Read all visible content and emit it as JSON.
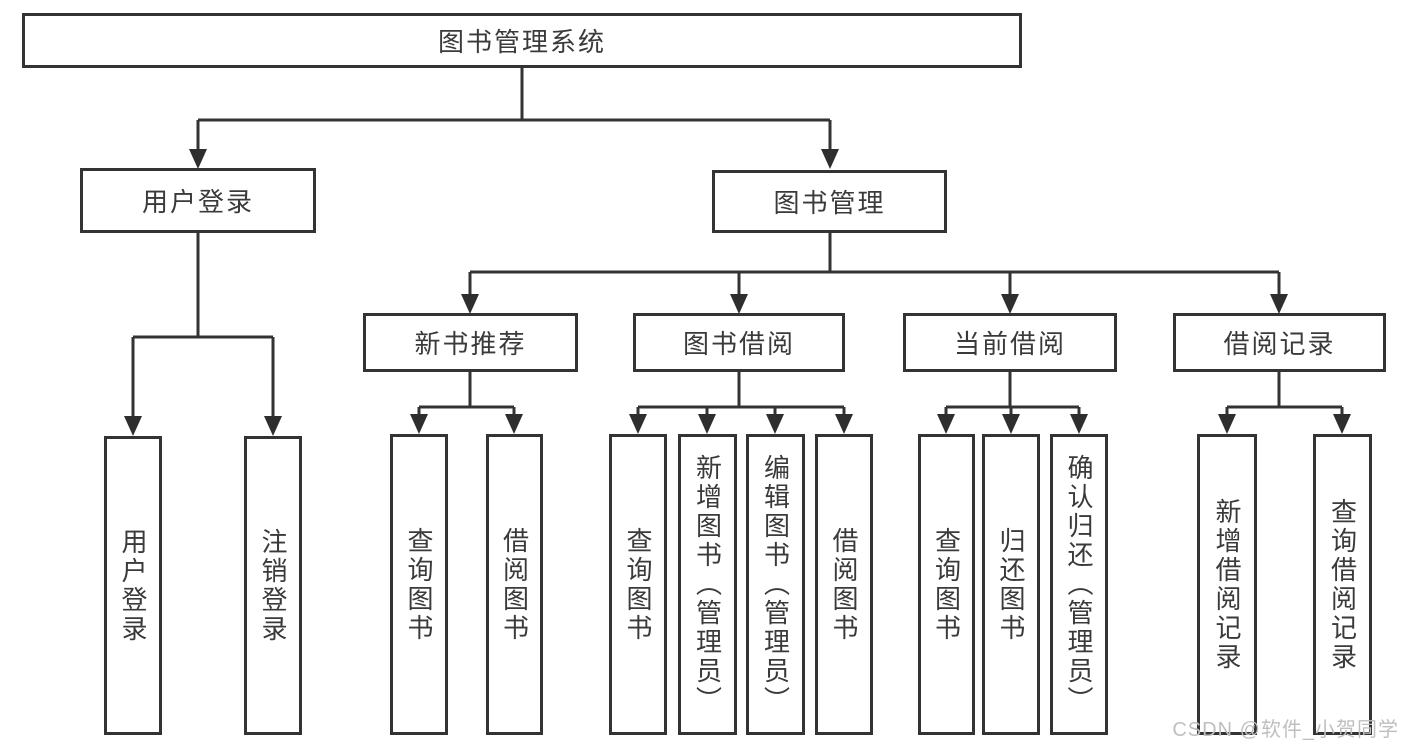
{
  "diagram": {
    "root": "图书管理系统",
    "user_login": {
      "label": "用户登录",
      "children": [
        "用户登录",
        "注销登录"
      ]
    },
    "book_mgmt": {
      "label": "图书管理",
      "sections": [
        {
          "label": "新书推荐",
          "children": [
            "查询图书",
            "借阅图书"
          ]
        },
        {
          "label": "图书借阅",
          "children": [
            "查询图书",
            "新增图书（管理员）",
            "编辑图书（管理员）",
            "借阅图书"
          ]
        },
        {
          "label": "当前借阅",
          "children": [
            "查询图书",
            "归还图书",
            "确认归还（管理员）"
          ]
        },
        {
          "label": "借阅记录",
          "children": [
            "新增借阅记录",
            "查询借阅记录"
          ]
        }
      ]
    }
  },
  "watermark": "CSDN @软件_小贺同学",
  "colors": {
    "line": "#333333",
    "box_border": "#333333",
    "text": "#3a3a3a",
    "background": "#ffffff",
    "watermark": "#bfbfbf"
  }
}
